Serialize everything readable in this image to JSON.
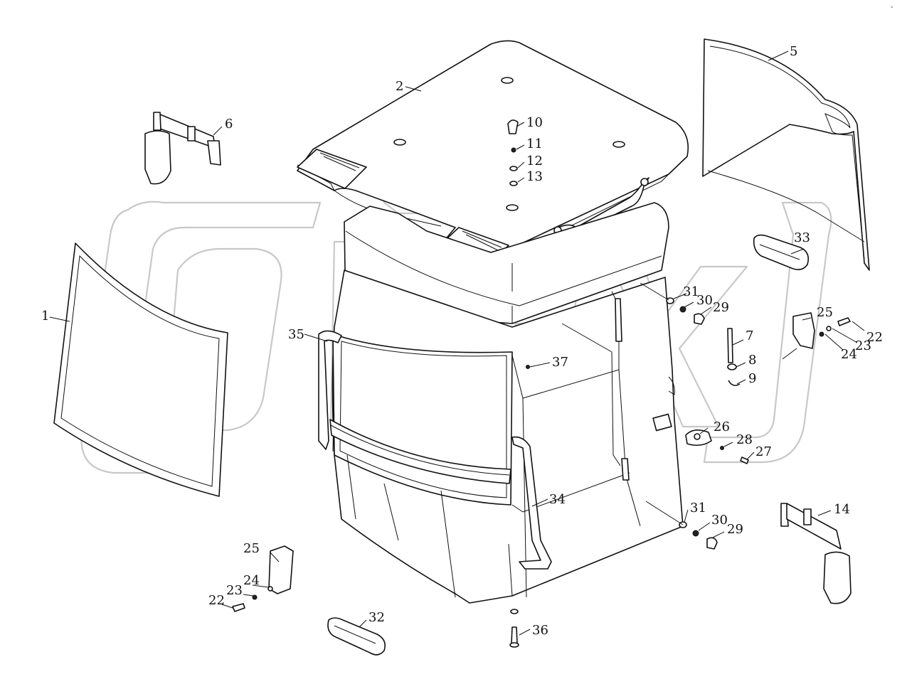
{
  "watermark": "OPEX",
  "corner_mark": "°",
  "callouts": [
    {
      "id": "c1",
      "text": "1"
    },
    {
      "id": "c2",
      "text": "2"
    },
    {
      "id": "c5",
      "text": "5"
    },
    {
      "id": "c6",
      "text": "6"
    },
    {
      "id": "c7",
      "text": "7"
    },
    {
      "id": "c8",
      "text": "8"
    },
    {
      "id": "c9",
      "text": "9"
    },
    {
      "id": "c10",
      "text": "10"
    },
    {
      "id": "c11",
      "text": "11"
    },
    {
      "id": "c12",
      "text": "12"
    },
    {
      "id": "c13",
      "text": "13"
    },
    {
      "id": "c14",
      "text": "14"
    },
    {
      "id": "c22a",
      "text": "22"
    },
    {
      "id": "c23a",
      "text": "23"
    },
    {
      "id": "c24a",
      "text": "24"
    },
    {
      "id": "c25a",
      "text": "25"
    },
    {
      "id": "c22b",
      "text": "22"
    },
    {
      "id": "c23b",
      "text": "23"
    },
    {
      "id": "c24b",
      "text": "24"
    },
    {
      "id": "c25b",
      "text": "25"
    },
    {
      "id": "c26",
      "text": "26"
    },
    {
      "id": "c27",
      "text": "27"
    },
    {
      "id": "c28",
      "text": "28"
    },
    {
      "id": "c29a",
      "text": "29"
    },
    {
      "id": "c30a",
      "text": "30"
    },
    {
      "id": "c31a",
      "text": "31"
    },
    {
      "id": "c29b",
      "text": "29"
    },
    {
      "id": "c30b",
      "text": "30"
    },
    {
      "id": "c31b",
      "text": "31"
    },
    {
      "id": "c32",
      "text": "32"
    },
    {
      "id": "c33",
      "text": "33"
    },
    {
      "id": "c34",
      "text": "34"
    },
    {
      "id": "c35",
      "text": "35"
    },
    {
      "id": "c36",
      "text": "36"
    },
    {
      "id": "c37",
      "text": "37"
    }
  ]
}
